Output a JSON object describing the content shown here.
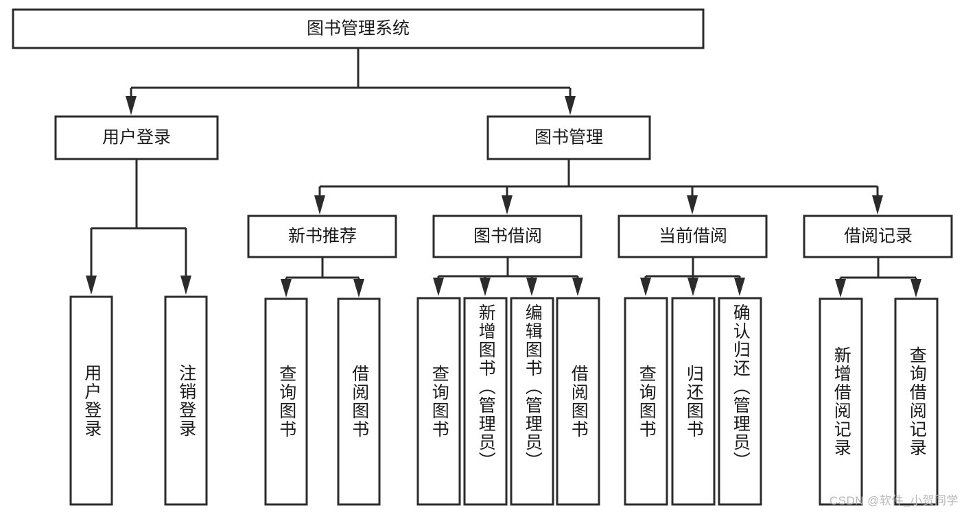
{
  "diagram": {
    "type": "tree-hierarchy-diagram",
    "title": "图书管理系统",
    "orientation": "top-down",
    "edge_style": "orthogonal-with-arrowheads",
    "colors": {
      "stroke": "#2b2b2b",
      "fill": "#ffffff",
      "text": "#1a1a1a",
      "watermark": "#b9b9b9"
    },
    "root": {
      "label": "图书管理系统",
      "orientation": "horizontal"
    },
    "level2": [
      {
        "label": "用户登录",
        "orientation": "horizontal"
      },
      {
        "label": "图书管理",
        "orientation": "horizontal"
      }
    ],
    "level3": [
      {
        "label": "新书推荐",
        "orientation": "horizontal",
        "parent": "图书管理"
      },
      {
        "label": "图书借阅",
        "orientation": "horizontal",
        "parent": "图书管理"
      },
      {
        "label": "当前借阅",
        "orientation": "horizontal",
        "parent": "图书管理"
      },
      {
        "label": "借阅记录",
        "orientation": "horizontal",
        "parent": "图书管理"
      }
    ],
    "leaves": {
      "用户登录": [
        {
          "label": "用户登录",
          "orientation": "vertical"
        },
        {
          "label": "注销登录",
          "orientation": "vertical"
        }
      ],
      "新书推荐": [
        {
          "label": "查询图书",
          "orientation": "vertical"
        },
        {
          "label": "借阅图书",
          "orientation": "vertical"
        }
      ],
      "图书借阅": [
        {
          "label": "查询图书",
          "orientation": "vertical"
        },
        {
          "label": "新增图书（管理员）",
          "orientation": "vertical"
        },
        {
          "label": "编辑图书（管理员）",
          "orientation": "vertical"
        },
        {
          "label": "借阅图书",
          "orientation": "vertical"
        }
      ],
      "当前借阅": [
        {
          "label": "查询图书",
          "orientation": "vertical"
        },
        {
          "label": "归还图书",
          "orientation": "vertical"
        },
        {
          "label": "确认归还（管理员）",
          "orientation": "vertical"
        }
      ],
      "借阅记录": [
        {
          "label": "新增借阅记录",
          "orientation": "vertical"
        },
        {
          "label": "查询借阅记录",
          "orientation": "vertical"
        }
      ]
    }
  },
  "watermark": {
    "text": "CSDN @软件_小贺同学"
  }
}
